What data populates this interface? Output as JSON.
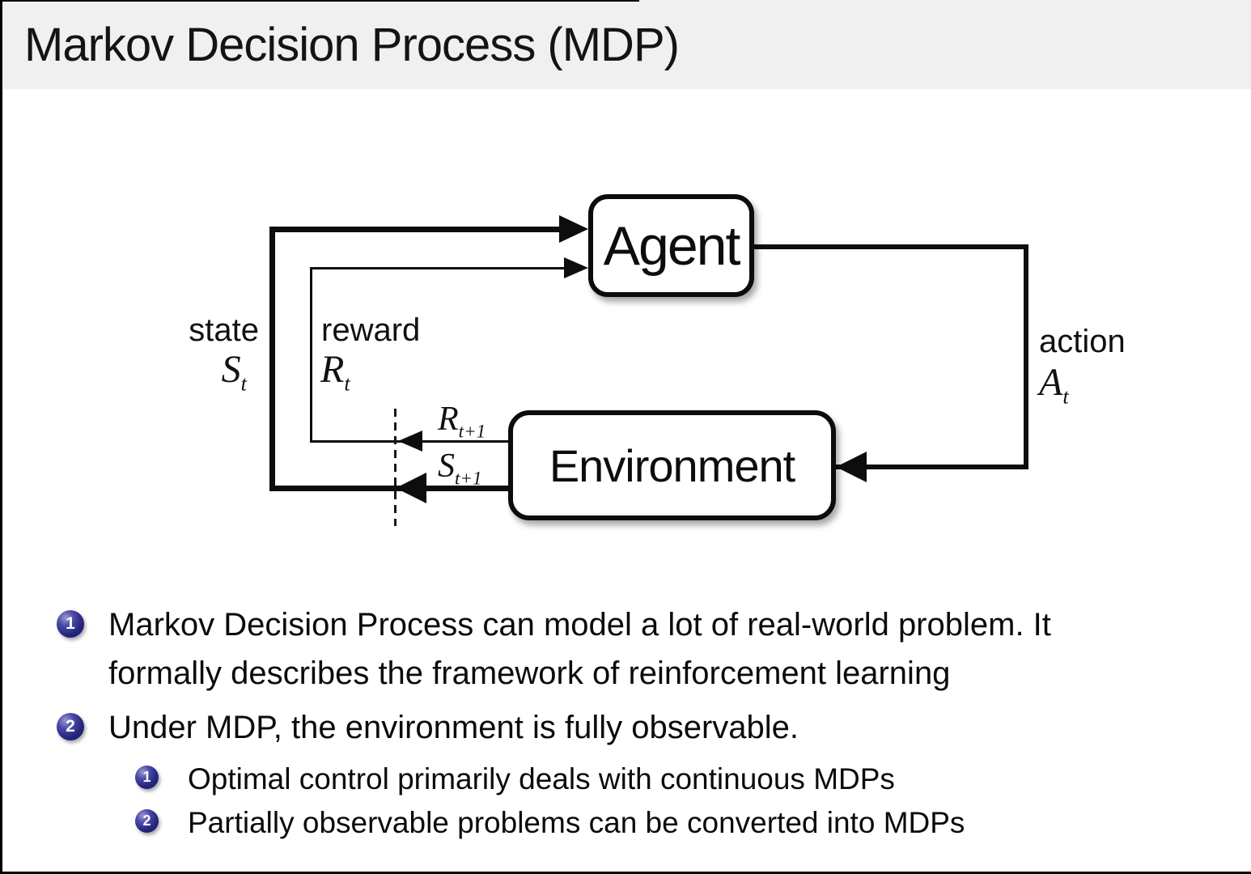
{
  "title": "Markov Decision Process (MDP)",
  "diagram": {
    "agent": "Agent",
    "environment": "Environment",
    "state": {
      "word": "state",
      "sym": "S",
      "sub": "t"
    },
    "reward": {
      "word": "reward",
      "sym": "R",
      "sub": "t"
    },
    "action": {
      "word": "action",
      "sym": "A",
      "sub": "t"
    },
    "reward_next": {
      "sym": "R",
      "sub": "t+1"
    },
    "state_next": {
      "sym": "S",
      "sub": "t+1"
    }
  },
  "bullets": {
    "items": [
      {
        "number": "1",
        "lines": [
          "Markov Decision Process can model a lot of real-world problem. It",
          "formally describes the framework of reinforcement learning"
        ]
      },
      {
        "number": "2",
        "lines": [
          "Under MDP, the environment is fully observable."
        ],
        "children": [
          {
            "number": "1",
            "text": "Optimal control primarily deals with continuous MDPs"
          },
          {
            "number": "2",
            "text": "Partially observable problems can be converted into MDPs"
          }
        ]
      }
    ]
  },
  "colors": {
    "header_bg": "#f0f0f0",
    "text": "#0d0d0d",
    "line": "#0d0d0d",
    "bullet_ball": "#2f2f96",
    "bullet_number": "#ffffff"
  }
}
